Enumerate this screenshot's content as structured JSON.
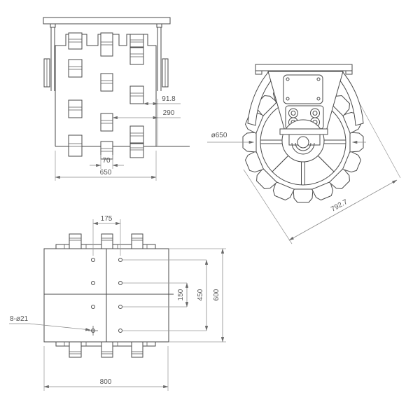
{
  "drawing": {
    "colors": {
      "background": "#ffffff",
      "line": "#4a4a4a",
      "dimension": "#8a8a8a",
      "text": "#555555"
    },
    "front_view": {
      "dims": {
        "pad_edge_offset": "91.8",
        "pad_column_spacing": "290",
        "pad_width": "70",
        "drum_length": "650"
      }
    },
    "side_view": {
      "dims": {
        "drum_diameter": "ø650",
        "overall_pad_diameter": "792.7"
      }
    },
    "plan_view": {
      "dims": {
        "hole_column_spacing": "175",
        "hole_row_spacing": "150",
        "hole_row_span": "450",
        "plate_depth": "600",
        "plate_width": "800"
      },
      "holes_label": "8-ø21"
    }
  }
}
